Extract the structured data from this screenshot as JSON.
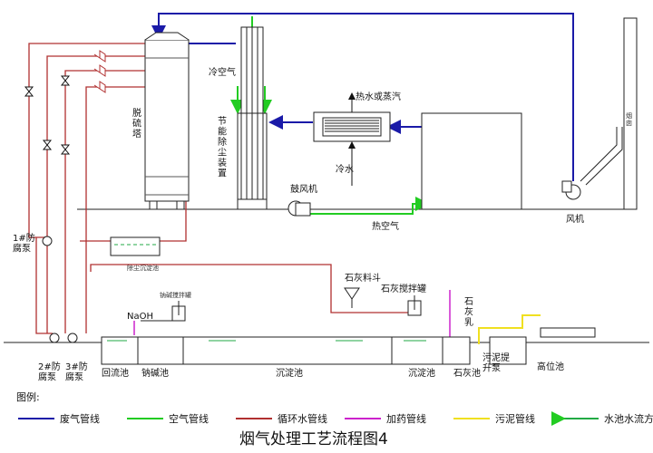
{
  "colors": {
    "flue_gas": "#1a1aa8",
    "air": "#22cc22",
    "circulation": "#b03030",
    "dosing": "#cc22cc",
    "sludge": "#f0e020",
    "flow_dir": "#22aa44"
  },
  "labels": {
    "desulfurization_tower": "脱\n硫\n塔",
    "cold_air": "冷空气",
    "energy_saving_unit": "节\n能\n除\n尘\n装\n置",
    "hot_water_steam": "热水或蒸汽",
    "cold_water": "冷水",
    "blower": "鼓风机",
    "hot_air": "热空气",
    "fan": "风机",
    "chimney": "烟\n囱",
    "pump_1": "1#防\n腐泵",
    "pump_2": "2#防\n腐泵",
    "pump_3": "3#防\n腐泵",
    "tray": "除尘沉淀池",
    "lime_hopper": "石灰料斗",
    "lime_mixer": "石灰搅拌罐",
    "naoh": "NaOH",
    "soda_tank": "钠碱搅拌罐",
    "lime_milk": "石\n灰\n乳",
    "return_pool": "回流池",
    "soda_pool": "钠碱池",
    "sediment_pool": "沉淀池",
    "sediment_pool_2": "沉淀池",
    "lime_pool": "石灰池",
    "sludge_pump": "污泥提\n升泵",
    "high_pool": "高位池"
  },
  "legend": {
    "title": "图例:",
    "items": [
      {
        "label": "废气管线",
        "color_key": "flue_gas"
      },
      {
        "label": "空气管线",
        "color_key": "air"
      },
      {
        "label": "循环水管线",
        "color_key": "circulation"
      },
      {
        "label": "加药管线",
        "color_key": "dosing"
      },
      {
        "label": "污泥管线",
        "color_key": "sludge"
      },
      {
        "label": "水池水流方向",
        "color_key": "flow_dir"
      }
    ]
  },
  "title": "烟气处理工艺流程图4"
}
